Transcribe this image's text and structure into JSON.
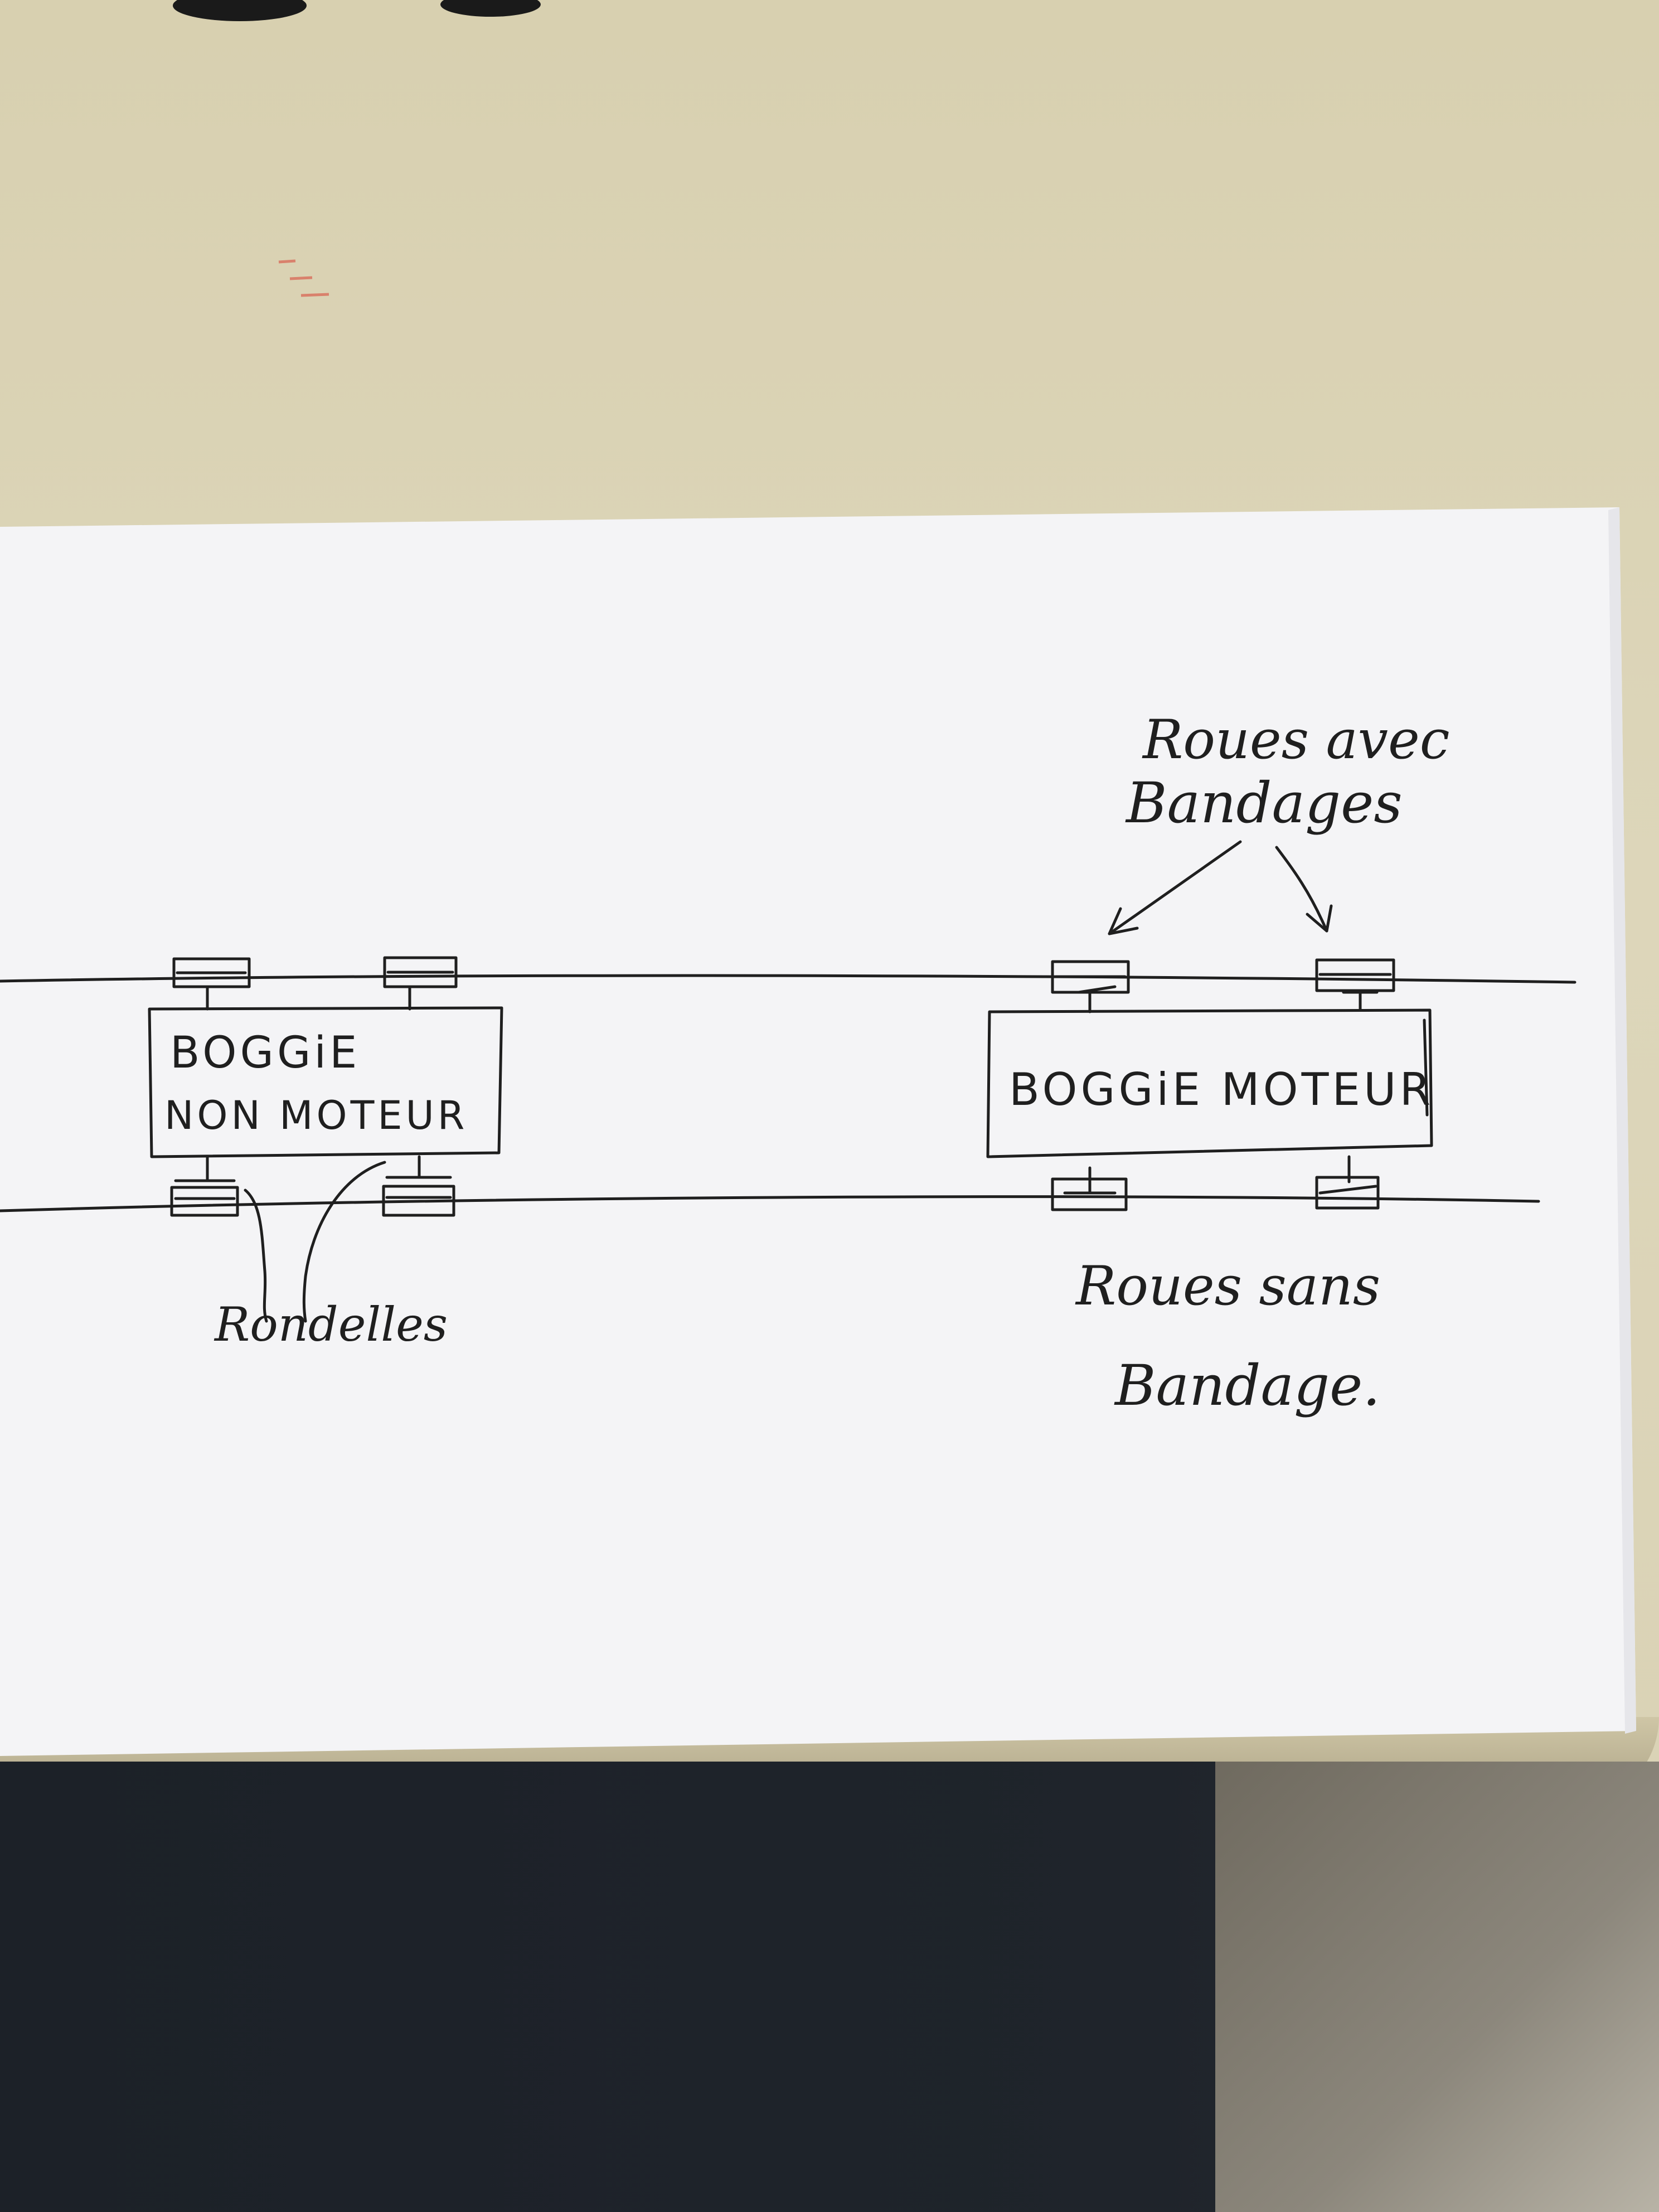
{
  "labels": {
    "left_boggie_line1": "BOGGiE",
    "left_boggie_line2": "NON MOTEUR",
    "right_boggie": "BOGGiE MOTEUR",
    "rondelles": "Rondelles",
    "roues_avec_line1": "Roues avec",
    "roues_avec_line2": "Bandages",
    "roues_sans_line1": "Roues sans",
    "roues_sans_line2": "Bandage."
  },
  "colors": {
    "ink": "#1f1f1f",
    "paper": "#f4f4f6",
    "desk": "#d9d1b4"
  }
}
